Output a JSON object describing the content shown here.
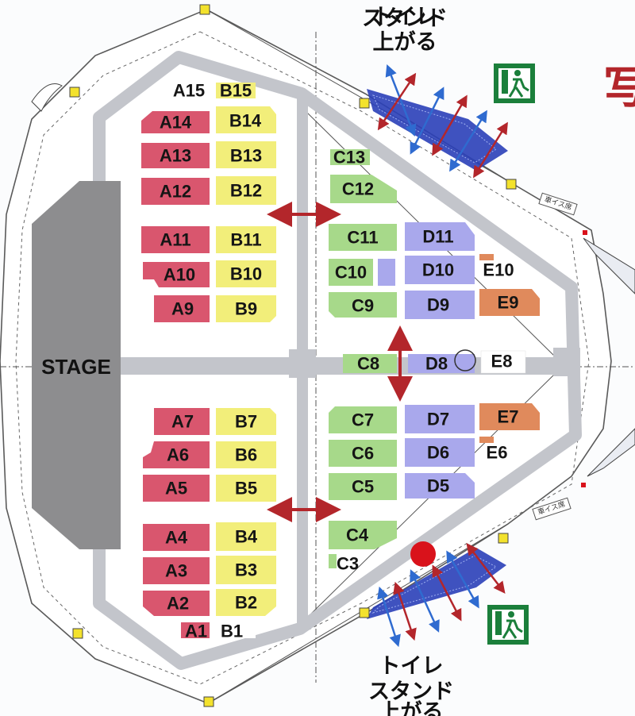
{
  "stage_label": "STAGE",
  "colors": {
    "A": "#d9566e",
    "B": "#f2ee7a",
    "C": "#a7d98a",
    "D": "#a9a8ec",
    "E": "#e08a5c",
    "walkway": "#c3c5cb",
    "stage": "#8d8d8f",
    "arrow_red": "#b3262b",
    "arrow_blue": "#2f6bd0",
    "stand": "#2a3fb8",
    "exit_green": "#1b7f3b",
    "marker_yellow": "#f3e22d",
    "marker_red": "#d9121b"
  },
  "blocks": {
    "A": [
      "A15",
      "A14",
      "A13",
      "A12",
      "A11",
      "A10",
      "A9",
      "A7",
      "A6",
      "A5",
      "A4",
      "A3",
      "A2",
      "A1"
    ],
    "B": [
      "B15",
      "B14",
      "B13",
      "B12",
      "B11",
      "B10",
      "B9",
      "B7",
      "B6",
      "B5",
      "B4",
      "B3",
      "B2",
      "B1"
    ],
    "C": [
      "C13",
      "C12",
      "C11",
      "C10",
      "C9",
      "C8",
      "C7",
      "C6",
      "C5",
      "C4",
      "C3"
    ],
    "D": [
      "D11",
      "D10",
      "D9",
      "D8",
      "D7",
      "D6",
      "D5"
    ],
    "E": [
      "E10",
      "E9",
      "E8",
      "E7",
      "E6"
    ]
  },
  "stands": {
    "top": {
      "lines": [
        "トイレ",
        "スタンド",
        "上がる"
      ]
    },
    "bottom": {
      "lines": [
        "トイレ",
        "スタンド",
        "上がる"
      ]
    }
  },
  "exit_signs": [
    {
      "icon": "emergency-exit-icon"
    },
    {
      "icon": "emergency-exit-icon"
    }
  ],
  "side_char": "写",
  "small_signs": [
    "車イス席",
    "車イス席"
  ]
}
